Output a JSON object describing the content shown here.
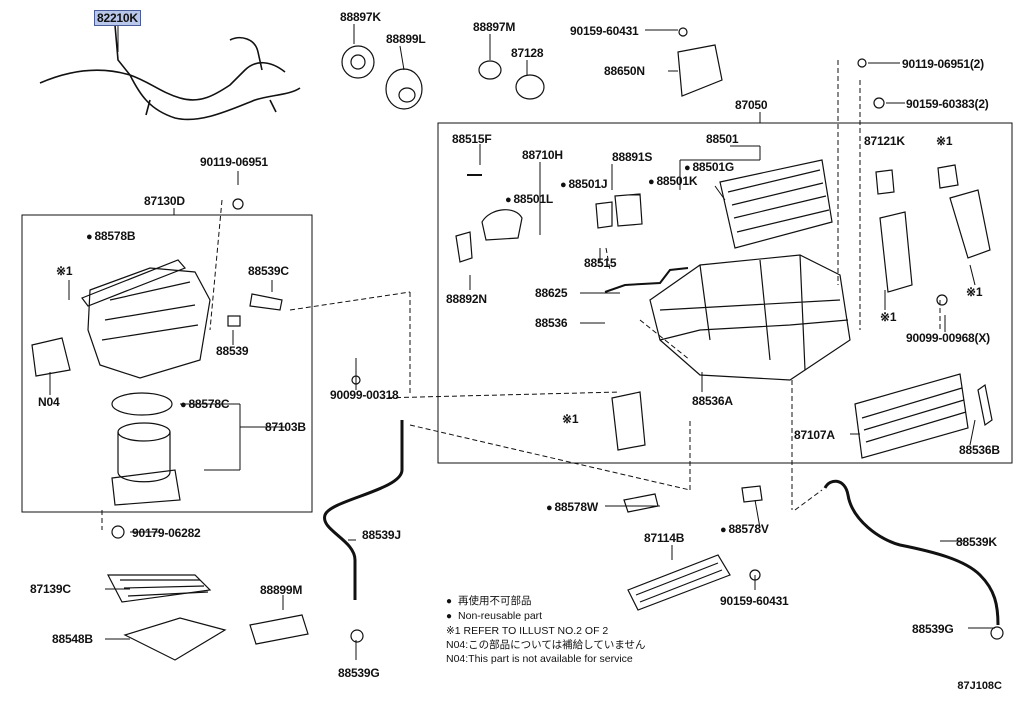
{
  "labels": {
    "p82210K": "82210K",
    "p88897K": "88897K",
    "p88899L": "88899L",
    "p88897M": "88897M",
    "p87128": "87128",
    "p90159_60431a": "90159-60431",
    "p88650N": "88650N",
    "p90119_06951_2": "90119-06951(2)",
    "p90159_60383_2": "90159-60383(2)",
    "p87050": "87050",
    "p88501": "88501",
    "p88515F": "88515F",
    "p88710H": "88710H",
    "p88891S": "88891S",
    "p88501G": "88501G",
    "p88501K": "88501K",
    "p88501J": "88501J",
    "p88501L": "88501L",
    "p87121K": "87121K",
    "p_x1_a": "※1",
    "p_x1_b": "※1",
    "p_x1_c": "※1",
    "p_x1_d": "※1",
    "p_x1_e": "※1",
    "p90119_06951": "90119-06951",
    "p87130D": "87130D",
    "p88578B": "88578B",
    "p88539C": "88539C",
    "p88539": "88539",
    "p88892N": "88892N",
    "p88515": "88515",
    "p88625": "88625",
    "p88536": "88536",
    "p90099_00968X": "90099-00968(X)",
    "pN04": "N04",
    "p88578C": "88578C",
    "p87103B": "87103B",
    "p90099_00318": "90099-00318",
    "p88536A": "88536A",
    "p87107A": "87107A",
    "p88536B": "88536B",
    "p90179_06282": "90179-06282",
    "p88578W": "88578W",
    "p88539J": "88539J",
    "p87114B": "87114B",
    "p88578V": "88578V",
    "p88539K": "88539K",
    "p87139C": "87139C",
    "p88899M": "88899M",
    "p88548B": "88548B",
    "p90159_60431b": "90159-60431",
    "p88539G_a": "88539G",
    "p88539G_b": "88539G"
  },
  "legend": {
    "line1": "再使用不可部品",
    "line2": "Non-reusable part",
    "line3": "※1 REFER TO ILLUST NO.2 OF 2",
    "line4": "N04:この部品については補給していません",
    "line5": "N04:This part is not available for service"
  },
  "diagram_code": "87J108C",
  "colors": {
    "highlight": "#b9c7ea",
    "line": "#111111"
  }
}
